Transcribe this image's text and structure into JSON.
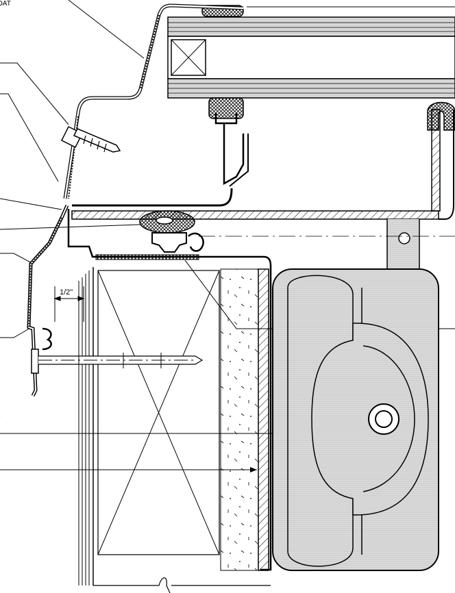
{
  "drawing": {
    "type": "architectural section detail",
    "dimension_label": "1/2\"",
    "partial_label_top_left": "OAT",
    "partial_label_lower_left": "r",
    "colors": {
      "line": "#000000",
      "hatch": "#000000",
      "fill_light": "#e0e0e0",
      "fill_mid": "#d8d8d8",
      "background": "#ffffff"
    }
  }
}
